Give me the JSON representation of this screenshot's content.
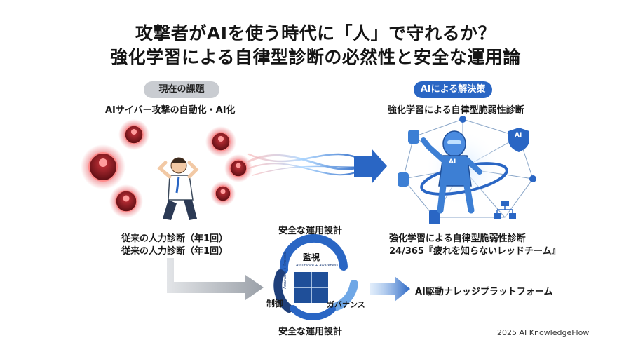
{
  "title": {
    "line1": "攻撃者がAIを使う時代に「人」で守れるか？",
    "line2": "強化学習による自律型診断の必然性と安全な運用論"
  },
  "left": {
    "pill": "現在の課題",
    "subtitle": "AIサイバー攻撃の自動化・AI化",
    "caption1": "従来の人力診断（年1回）",
    "caption2": "従来の人力診断（年1回）"
  },
  "right": {
    "pill": "AIによる解決策",
    "subtitle": "強化学習による自律型脆弱性診断",
    "caption1": "強化学習による自律型脆弱性診断",
    "caption2": "24/365『疲れを知らないレッドチーム』",
    "robot_badge": "AI",
    "shield_badge": "AI"
  },
  "center": {
    "top_label": "安全な運用設計",
    "bottom_label": "安全な運用設計",
    "ring_monitor": "監視",
    "ring_control": "制御",
    "ring_governance": "ガバナンス",
    "ring_small_top": "Assurance + Awareness",
    "ring_small_left": "Assurance + Process"
  },
  "platform": "AI駆動ナレッジプラットフォーム",
  "footer": "2025 AI KnowledgeFlow",
  "colors": {
    "accent_blue": "#2a66c4",
    "threat_red": "#e0303a",
    "pill_gray": "#c9ccd1",
    "pill_blue": "#2a66c4"
  }
}
